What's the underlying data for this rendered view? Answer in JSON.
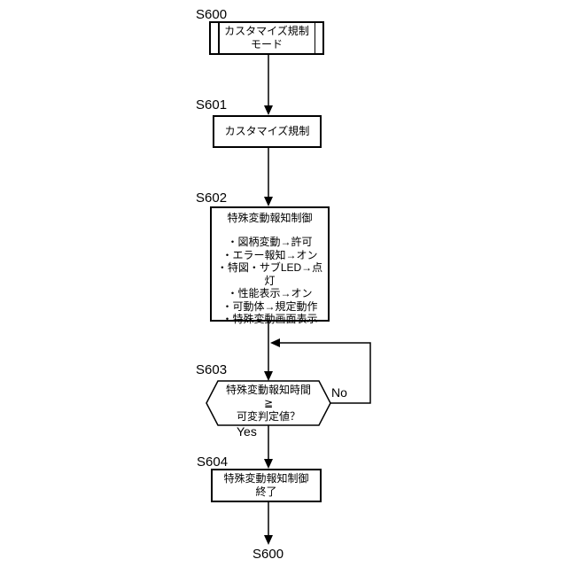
{
  "flowchart": {
    "colors": {
      "line": "#000000",
      "background": "#ffffff",
      "node_fill": "#ffffff"
    },
    "s600": {
      "label": "S600",
      "type": "predefined-process",
      "line1": "カスタマイズ規制",
      "line2": "モード"
    },
    "s601": {
      "label": "S601",
      "type": "process",
      "line1": "カスタマイズ規制"
    },
    "s602": {
      "label": "S602",
      "type": "process",
      "title": "特殊変動報知制御",
      "bullets": [
        "・図柄変動→許可",
        "・エラー報知→オン",
        "・特図・サブLED→点灯",
        "・性能表示→オン",
        "・可動体→規定動作",
        "・特殊変動画面表示"
      ]
    },
    "s603": {
      "label": "S603",
      "type": "decision",
      "line1": "特殊変動報知時間",
      "line2": "≧",
      "line3": "可変判定値？",
      "yes": "Yes",
      "no": "No"
    },
    "s604": {
      "label": "S604",
      "type": "process",
      "line1": "特殊変動報知制御",
      "line2": "終了"
    },
    "end_label": "S600"
  }
}
